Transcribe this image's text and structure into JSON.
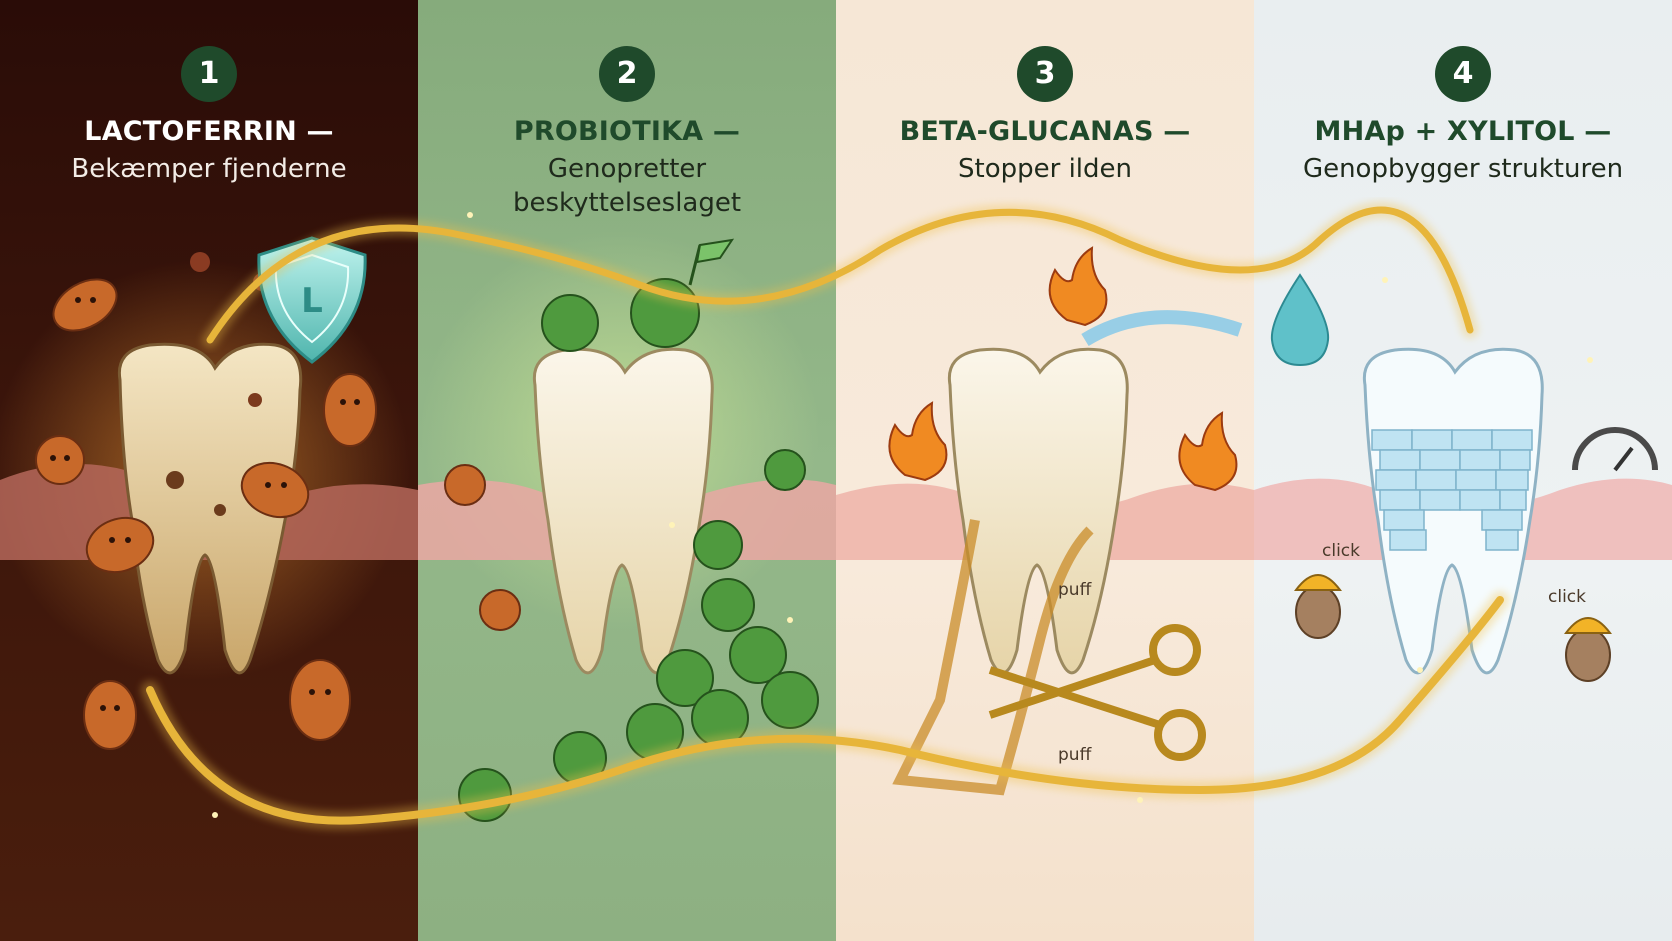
{
  "steps": [
    {
      "number": "1",
      "title": "LACTOFERRIN —",
      "subtitle": "Bekæmper fjenderne"
    },
    {
      "number": "2",
      "title": "PROBIOTIKA —",
      "subtitle": "Genopretter beskyttelseslaget"
    },
    {
      "number": "3",
      "title": "BETA-GLUCANAS —",
      "subtitle": "Stopper ilden"
    },
    {
      "number": "4",
      "title": "MHAp + XYLITOL —",
      "subtitle": "Genopbygger strukturen"
    }
  ],
  "shield_letter": "L",
  "sound_labels": {
    "puff_top": "puff",
    "puff_bottom": "puff",
    "click_left": "click",
    "click_right": "click"
  },
  "colors": {
    "panel1": "#3b150b",
    "panel2": "#94b88a",
    "panel3": "#f8eadb",
    "panel4": "#eef2f3",
    "badge": "#1f4a2b",
    "title_light": "#ffffff",
    "title_dark": "#1f4a2b",
    "gold": "#e7b53a"
  }
}
